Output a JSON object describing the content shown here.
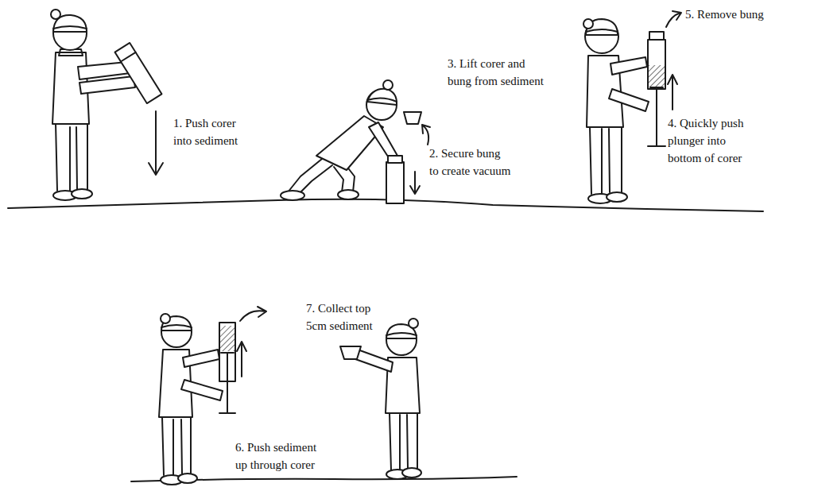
{
  "diagram": {
    "labels": [
      "1. Push corer into sediment",
      "2. Secure bung to create vacuum",
      "3. Lift corer and bung from sediment",
      "4. Quickly push plunger into bottom of corer",
      "5. Remove bung",
      "6. Push sediment up through corer",
      "7. Collect top 5cm sediment"
    ]
  }
}
